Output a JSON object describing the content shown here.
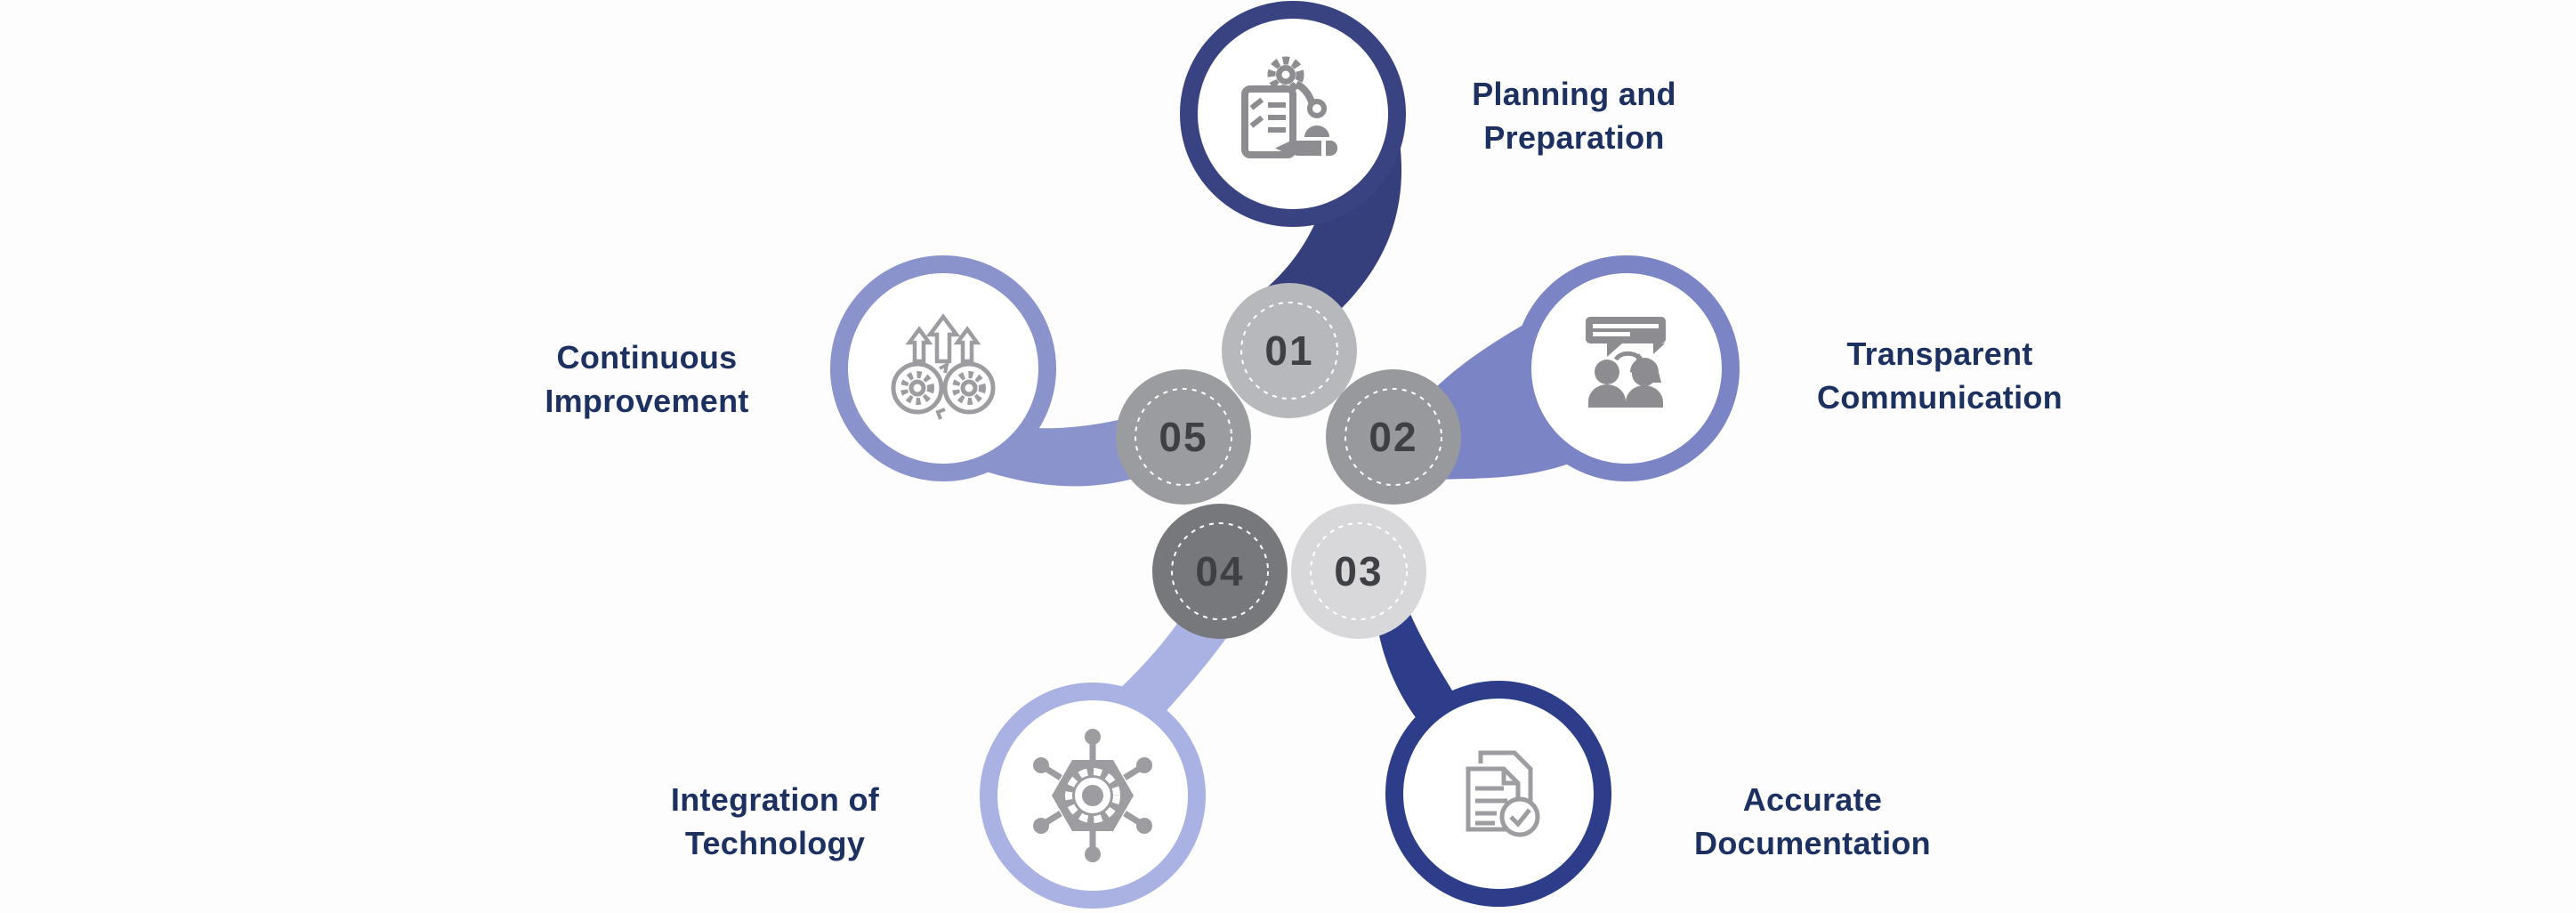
{
  "diagram_type": "five-step-circular-process-infographic",
  "background_color": "#fdfdfe",
  "colors": {
    "label_text": "#1d3160",
    "number_text": "#3f4046",
    "dashed_inner_ring": "#ffffff",
    "icon_filled_gray": "#8d8d91",
    "icon_outline_gray": "#9d9da1"
  },
  "steps": [
    {
      "number": "01",
      "label": "Planning and Preparation",
      "label_lines": [
        "Planning and",
        "Preparation"
      ],
      "icon": "clipboard-checklist-gear-pencil-icon",
      "ring_color": "#3a4382",
      "tail_color": "#343f7c",
      "circle_color": "#b7b8bc"
    },
    {
      "number": "02",
      "label": "Transparent Communication",
      "label_lines": [
        "Transparent",
        "Communication"
      ],
      "icon": "people-speech-bubble-icon",
      "ring_color": "#7b85c6",
      "tail_color": "#7b85c6",
      "circle_color": "#98999d"
    },
    {
      "number": "03",
      "label": "Accurate Documentation",
      "label_lines": [
        "Accurate",
        "Documentation"
      ],
      "icon": "documents-checkmark-icon",
      "ring_color": "#2e3d8a",
      "tail_color": "#2e3d8a",
      "circle_color": "#d8d8db"
    },
    {
      "number": "04",
      "label": "Integration of Technology",
      "label_lines": [
        "Integration of",
        "Technology"
      ],
      "icon": "hexagon-gear-network-icon",
      "ring_color": "#a9b2e3",
      "tail_color": "#a9b2e3",
      "circle_color": "#77787c"
    },
    {
      "number": "05",
      "label": "Continuous Improvement",
      "label_lines": [
        "Continuous",
        "Improvement"
      ],
      "icon": "infinity-gears-arrows-icon",
      "ring_color": "#8a93cc",
      "tail_color": "#8a93cc",
      "circle_color": "#9b9c9f"
    }
  ]
}
